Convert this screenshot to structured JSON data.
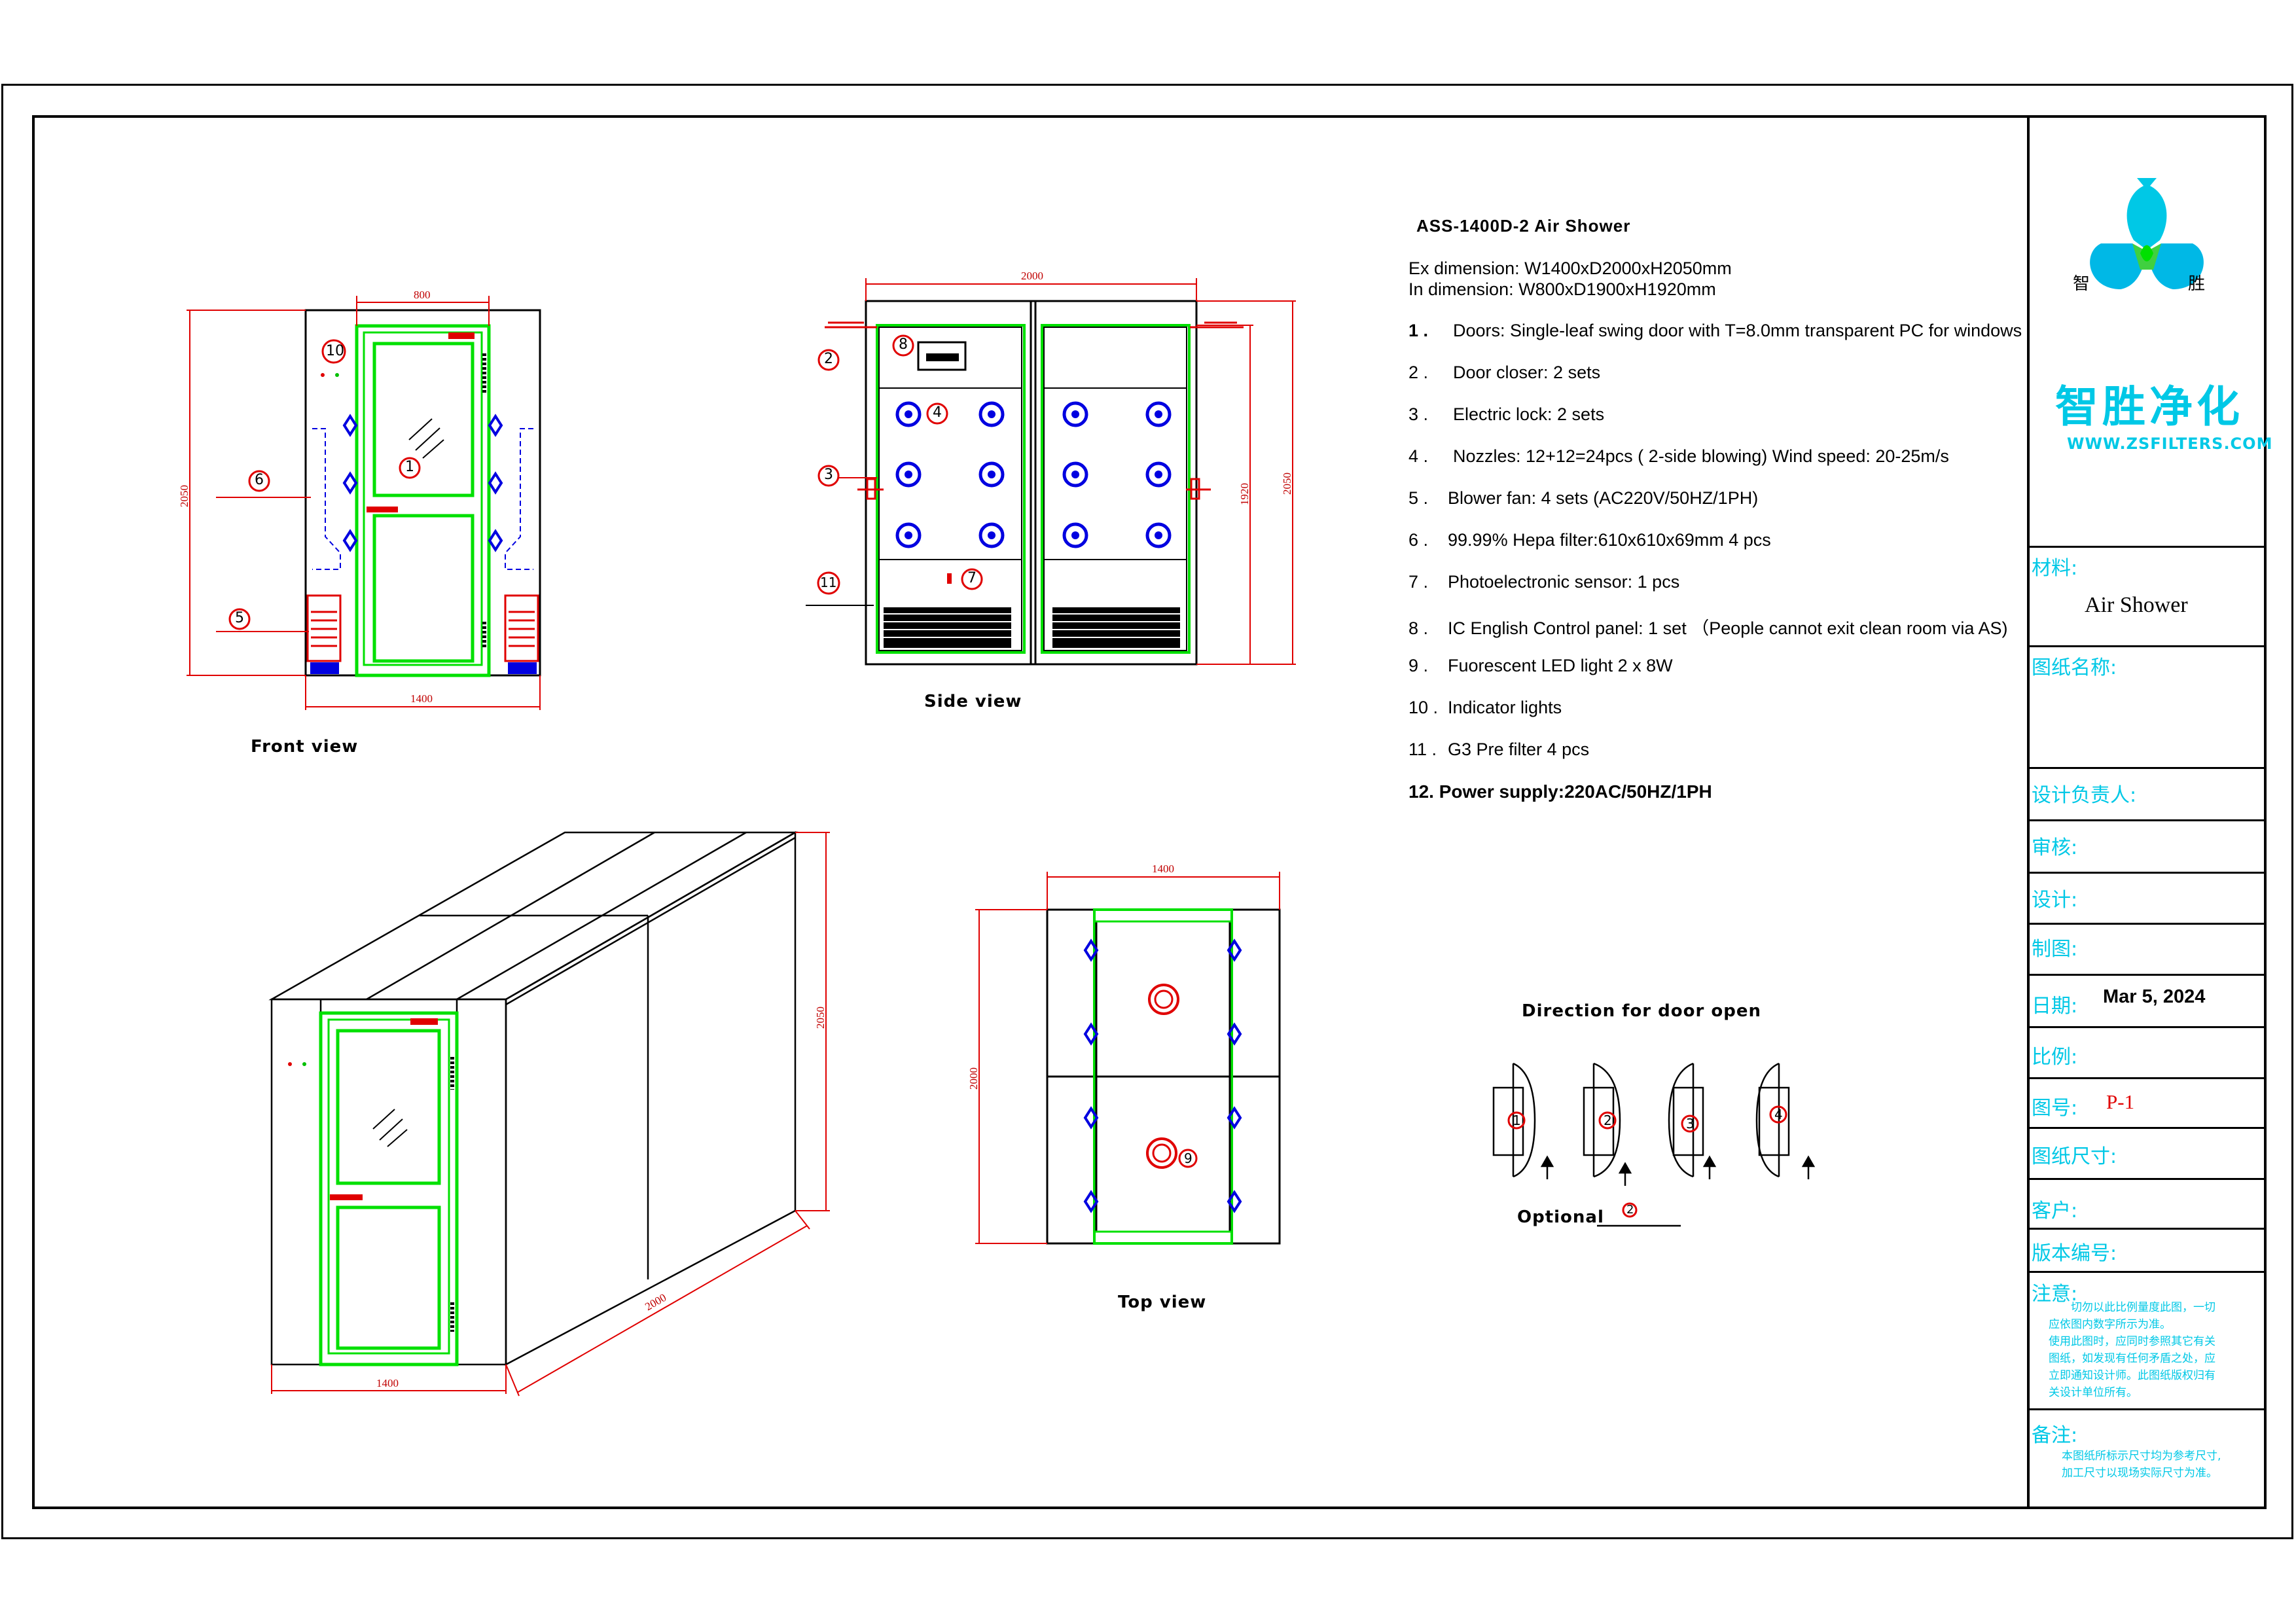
{
  "spec": {
    "title": "ASS-1400D-2 Air Shower",
    "ex_dimension": "Ex dimension: W1400xD2000xH2050mm",
    "in_dimension": "In dimension: W800xD1900xH1920mm",
    "items": [
      {
        "num": "1 .",
        "text": "Doors: Single-leaf swing door with T=8.0mm transparent PC for windows"
      },
      {
        "num": "2 .",
        "text": "Door closer: 2 sets"
      },
      {
        "num": "3 .",
        "text": "Electric lock: 2 sets"
      },
      {
        "num": "4 .",
        "text": "Nozzles: 12+12=24pcs ( 2-side blowing)  Wind speed: 20-25m/s"
      },
      {
        "num": "5 .",
        "text": "Blower fan:  4 sets   (AC220V/50HZ/1PH)"
      },
      {
        "num": "6 .",
        "text": "99.99% Hepa filter:610x610x69mm 4 pcs"
      },
      {
        "num": "7 .",
        "text": "Photoelectronic sensor: 1 pcs"
      },
      {
        "num": "8 .",
        "text": "IC English Control  panel: 1 set   （People cannot exit clean room via AS)"
      },
      {
        "num": "9 .",
        "text": "Fuorescent LED light  2 x 8W"
      },
      {
        "num": "10 .",
        "text": "Indicator lights"
      },
      {
        "num": "11 .",
        "text": "G3 Pre filter  4 pcs"
      }
    ],
    "power": "12.  Power supply:220AC/50HZ/1PH"
  },
  "views": {
    "front": "Front view",
    "side": "Side view",
    "top": "Top view",
    "door_direction": "Direction for door open",
    "optional": "Optional"
  },
  "dimensions": {
    "front_door_width": "800",
    "front_height": "2050",
    "front_width": "1400",
    "side_depth": "2000",
    "side_inner_height": "1920",
    "side_height": "2050",
    "top_width": "1400",
    "top_depth": "2000",
    "iso_height": "2050",
    "iso_depth": "2000",
    "iso_width": "1400"
  },
  "callouts": {
    "n1": "1",
    "n2": "2",
    "n3": "3",
    "n4": "4",
    "n5": "5",
    "n6": "6",
    "n7": "7",
    "n8": "8",
    "n9": "9",
    "n10": "10",
    "n11": "11",
    "optional_choice": "2"
  },
  "door_options": [
    "1",
    "2",
    "3",
    "4"
  ],
  "title_block": {
    "brand_cn": "智胜净化",
    "brand_url": "WWW.ZSFILTERS.COM",
    "logo_left_char": "智",
    "logo_right_char": "胜",
    "material_label": "材料:",
    "material_value": "Air Shower",
    "drawing_name_label": "图纸名称:",
    "designer_lead_label": "设计负责人:",
    "review_label": "审核:",
    "design_label": "设计:",
    "drafting_label": "制图:",
    "date_label": "日期:",
    "date_value": "Mar 5, 2024",
    "scale_label": "比例:",
    "drawing_no_label": "图号:",
    "drawing_no_value": "P-1",
    "size_label": "图纸尺寸:",
    "customer_label": "客户:",
    "version_label": "版本编号:",
    "notice_label": "注意:",
    "notice_lines": [
      "切勿以此比例量度此图，一切",
      "应依图内数字所示为准。",
      "使用此图时，应同时参照其它有关",
      "图纸，如发现有任何矛盾之处，应",
      "立即通知设计师。此图纸版权归有",
      "关设计单位所有。"
    ],
    "remark_label": "备注:",
    "remark_lines": [
      "本图纸所标示尺寸均为参考尺寸,",
      "加工尺寸以现场实际尺寸为准。"
    ]
  },
  "colors": {
    "line": "#000000",
    "dimension": "#e00000",
    "door_green": "#00e000",
    "nozzle_blue": "#0000e0",
    "brand_cyan": "#00c8e6"
  }
}
